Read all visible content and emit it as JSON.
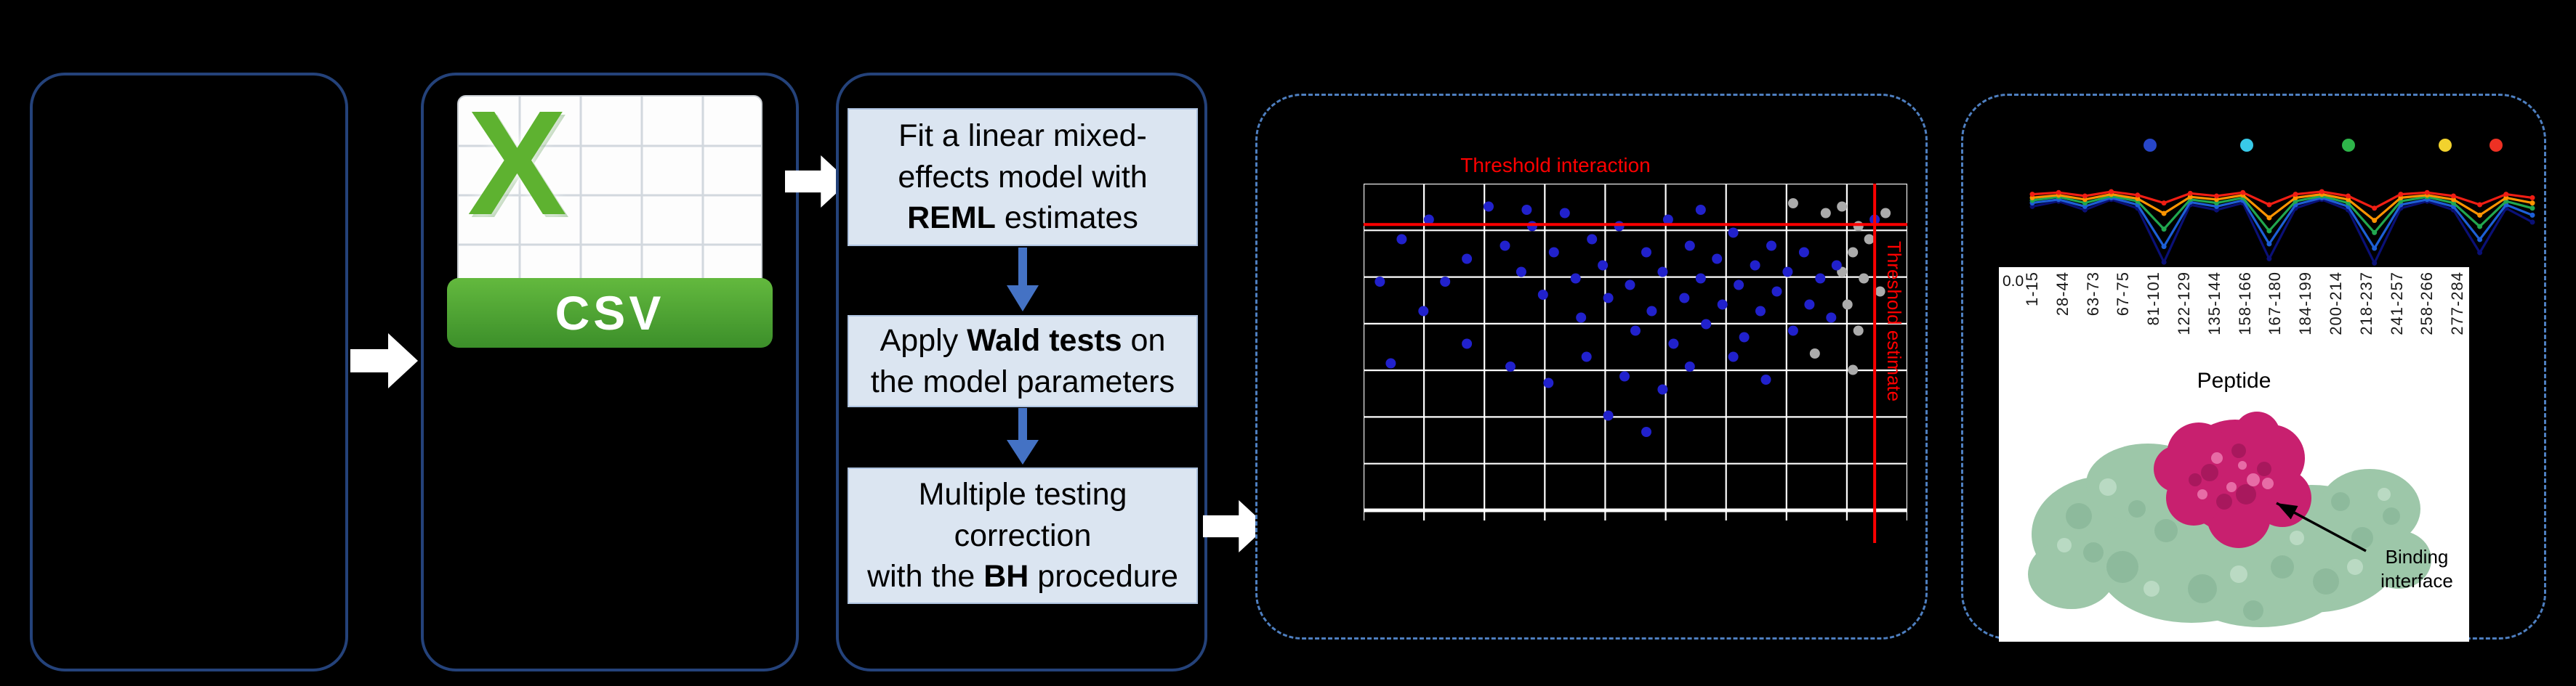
{
  "figure": {
    "csv": {
      "x_letter": "X",
      "label": "CSV"
    },
    "steps": [
      {
        "lines": [
          [
            {
              "t": "Fit a linear mixed-"
            }
          ],
          [
            {
              "t": "effects model with"
            }
          ],
          [
            {
              "t": "REML",
              "b": true
            },
            {
              "t": " estimates"
            }
          ]
        ]
      },
      {
        "lines": [
          [
            {
              "t": "Apply "
            },
            {
              "t": "Wald tests",
              "b": true
            },
            {
              "t": " on"
            }
          ],
          [
            {
              "t": "the model parameters"
            }
          ]
        ]
      },
      {
        "lines": [
          [
            {
              "t": "Multiple testing"
            }
          ],
          [
            {
              "t": "correction"
            }
          ],
          [
            {
              "t": "with the "
            },
            {
              "t": "BH",
              "b": true
            },
            {
              "t": " procedure"
            }
          ]
        ]
      }
    ]
  },
  "scatter": {
    "title": "Threshold interaction",
    "vertical_label": "Threshold estimate",
    "grid_cols": 9,
    "grid_rows": 7,
    "threshold_y_pct": 12.5,
    "threshold_x_pct": 94,
    "point_color": "#2121cc",
    "ns_color": "#ababab",
    "points": [
      [
        7,
        17
      ],
      [
        12,
        11
      ],
      [
        15,
        30
      ],
      [
        19,
        23
      ],
      [
        23,
        7
      ],
      [
        26,
        19
      ],
      [
        29,
        27
      ],
      [
        31,
        13
      ],
      [
        33,
        34
      ],
      [
        35,
        21
      ],
      [
        37,
        9
      ],
      [
        39,
        29
      ],
      [
        40,
        41
      ],
      [
        42,
        17
      ],
      [
        44,
        25
      ],
      [
        45,
        35
      ],
      [
        47,
        13
      ],
      [
        49,
        31
      ],
      [
        50,
        45
      ],
      [
        52,
        21
      ],
      [
        53,
        39
      ],
      [
        55,
        27
      ],
      [
        56,
        11
      ],
      [
        57,
        49
      ],
      [
        59,
        35
      ],
      [
        60,
        19
      ],
      [
        62,
        29
      ],
      [
        63,
        43
      ],
      [
        65,
        23
      ],
      [
        66,
        37
      ],
      [
        68,
        15
      ],
      [
        69,
        31
      ],
      [
        70,
        47
      ],
      [
        72,
        25
      ],
      [
        73,
        39
      ],
      [
        75,
        19
      ],
      [
        76,
        33
      ],
      [
        78,
        27
      ],
      [
        79,
        45
      ],
      [
        81,
        21
      ],
      [
        82,
        37
      ],
      [
        84,
        29
      ],
      [
        27,
        56
      ],
      [
        34,
        61
      ],
      [
        48,
        59
      ],
      [
        55,
        63
      ],
      [
        41,
        53
      ],
      [
        19,
        49
      ],
      [
        60,
        56
      ],
      [
        68,
        53
      ],
      [
        11,
        39
      ],
      [
        87,
        25
      ],
      [
        86,
        41
      ],
      [
        45,
        71
      ],
      [
        52,
        76
      ],
      [
        30,
        8
      ],
      [
        62,
        8
      ],
      [
        74,
        60
      ],
      [
        3,
        30
      ],
      [
        5,
        55
      ],
      [
        94,
        11
      ]
    ],
    "gray_points": [
      [
        88,
        7
      ],
      [
        91,
        13
      ],
      [
        90,
        21
      ],
      [
        92,
        29
      ],
      [
        89,
        37
      ],
      [
        91,
        45
      ],
      [
        93,
        17
      ],
      [
        88,
        27
      ],
      [
        96,
        9
      ],
      [
        95,
        33
      ],
      [
        79,
        6
      ],
      [
        85,
        9
      ],
      [
        83,
        52
      ],
      [
        90,
        57
      ]
    ]
  },
  "linechart": {
    "legend": [
      {
        "x_pct": 24,
        "color": "#2746c8"
      },
      {
        "x_pct": 43,
        "color": "#38c9e8"
      },
      {
        "x_pct": 63,
        "color": "#2eb54a"
      },
      {
        "x_pct": 82,
        "color": "#f2d22e"
      },
      {
        "x_pct": 92,
        "color": "#ee3124"
      }
    ],
    "series": [
      {
        "name": "navy",
        "color": "#0a1076",
        "values": [
          32,
          26,
          36,
          24,
          34,
          96,
          30,
          36,
          28,
          92,
          34,
          24,
          36,
          97,
          34,
          26,
          36,
          85,
          34,
          50
        ]
      },
      {
        "name": "blue",
        "color": "#1d5fd6",
        "values": [
          28,
          24,
          32,
          22,
          30,
          78,
          27,
          32,
          25,
          75,
          30,
          22,
          32,
          80,
          30,
          24,
          32,
          70,
          30,
          42
        ]
      },
      {
        "name": "green",
        "color": "#21a74f",
        "values": [
          25,
          21,
          28,
          20,
          26,
          58,
          24,
          28,
          22,
          60,
          26,
          20,
          28,
          62,
          26,
          21,
          28,
          55,
          26,
          34
        ]
      },
      {
        "name": "orange",
        "color": "#ff9400",
        "values": [
          22,
          19,
          24,
          18,
          23,
          40,
          21,
          24,
          19,
          45,
          22,
          18,
          24,
          48,
          22,
          19,
          24,
          42,
          22,
          28
        ]
      },
      {
        "name": "red",
        "color": "#f01e14",
        "values": [
          18,
          16,
          20,
          15,
          19,
          28,
          17,
          20,
          16,
          30,
          18,
          15,
          20,
          34,
          18,
          16,
          20,
          30,
          18,
          22
        ]
      }
    ]
  },
  "peptides": {
    "y_tick": "0.0",
    "labels": [
      "1-15",
      "28-44",
      "63-73",
      "67-75",
      "81-101",
      "122-129",
      "135-144",
      "158-166",
      "167-180",
      "184-199",
      "200-214",
      "218-237",
      "241-257",
      "258-266",
      "277-284"
    ],
    "axis_label": "Peptide"
  },
  "annotation": {
    "line1": "Binding",
    "line2": "interface"
  },
  "colors": {
    "panel_border": "#24427a",
    "dashed_border": "#4e7fc0",
    "step_fill": "#dbe5f1",
    "step_arrow": "#4472c4",
    "flow_arrow": "#ffffff",
    "threshold_red": "#ff0000",
    "csv_green": "#4ba03c",
    "protein_green": "#9dc7a9",
    "interface_pink": "#c8206f"
  }
}
